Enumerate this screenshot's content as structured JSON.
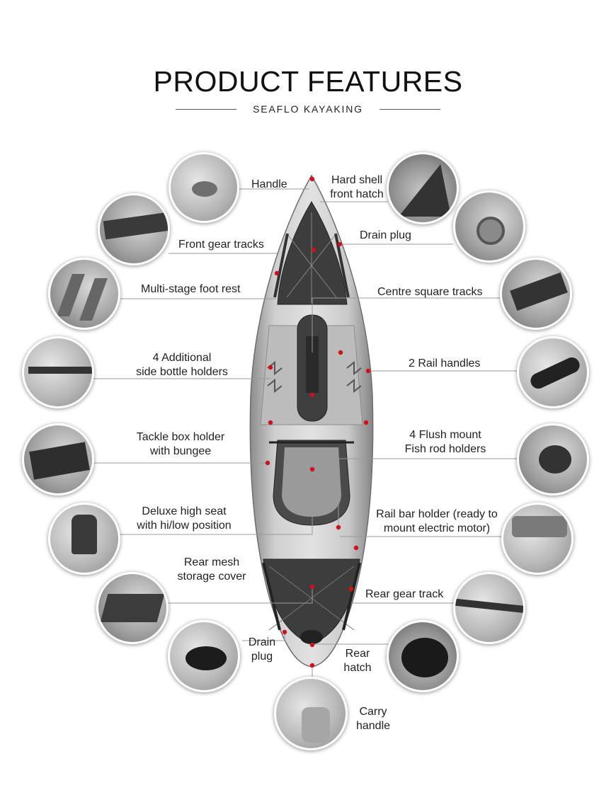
{
  "header": {
    "title": "PRODUCT FEATURES",
    "subtitle": "SEAFLO KAYAKING"
  },
  "features": {
    "handle": "Handle",
    "front_hatch_line1": "Hard shell",
    "front_hatch_line2": "front hatch",
    "front_gear_tracks": "Front gear tracks",
    "drain_plug_top": "Drain plug",
    "foot_rest": "Multi-stage foot rest",
    "centre_tracks": "Centre square tracks",
    "bottle_holders_line1": "4 Additional",
    "bottle_holders_line2": "side bottle holders",
    "rail_handles": "2 Rail handles",
    "tackle_box_line1": "Tackle box holder",
    "tackle_box_line2": "with bungee",
    "rod_holders_line1": "4 Flush mount",
    "rod_holders_line2": "Fish rod holders",
    "seat_line1": "Deluxe high seat",
    "seat_line2": "with hi/low position",
    "rail_bar_line1": "Rail bar holder (ready to",
    "rail_bar_line2": "mount electric motor)",
    "rear_mesh_line1": "Rear mesh",
    "rear_mesh_line2": "storage cover",
    "rear_gear_track": "Rear gear track",
    "drain_plug_bottom_line1": "Drain",
    "drain_plug_bottom_line2": "plug",
    "rear_hatch_line1": "Rear",
    "rear_hatch_line2": "hatch",
    "carry_handle_line1": "Carry",
    "carry_handle_line2": "handle"
  },
  "colors": {
    "marker": "#d0101a",
    "leader_line": "#9a9a9a",
    "hull_light": "#bdbdbd",
    "hull_dark": "#3a3a3a"
  },
  "icons": {
    "marker": "red-dot",
    "thumbnails": "circular-photo"
  }
}
